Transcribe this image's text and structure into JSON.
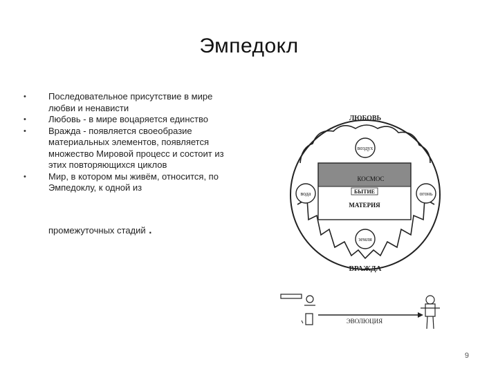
{
  "slide": {
    "title": "Эмпедокл",
    "bullets": [
      "Последовательное присутствие в мире любви и ненависти",
      "Любовь - в мире воцаряется единство",
      "Вражда - появляется своеобразие материальных элементов, появляется множество Мировой процесс и состоит из этих повторяющихся циклов",
      " Мир, в котором мы живём, относится, по Эмпедоклу, к одной из"
    ],
    "bullet_tail": "промежуточных стадий",
    "bullet_tail_dot": ".",
    "page_number": "9"
  },
  "diagram": {
    "top_label": "ЛЮБОВЬ",
    "bottom_label": "ВРАЖДА",
    "air": "воздух",
    "water": "вода",
    "fire": "огонь",
    "earth": "земля",
    "cosmos": "КОСМОС",
    "being": "БЫТИЕ",
    "matter": "МАТЕРИЯ",
    "evolution": "ЭВОЛЮЦИЯ"
  }
}
